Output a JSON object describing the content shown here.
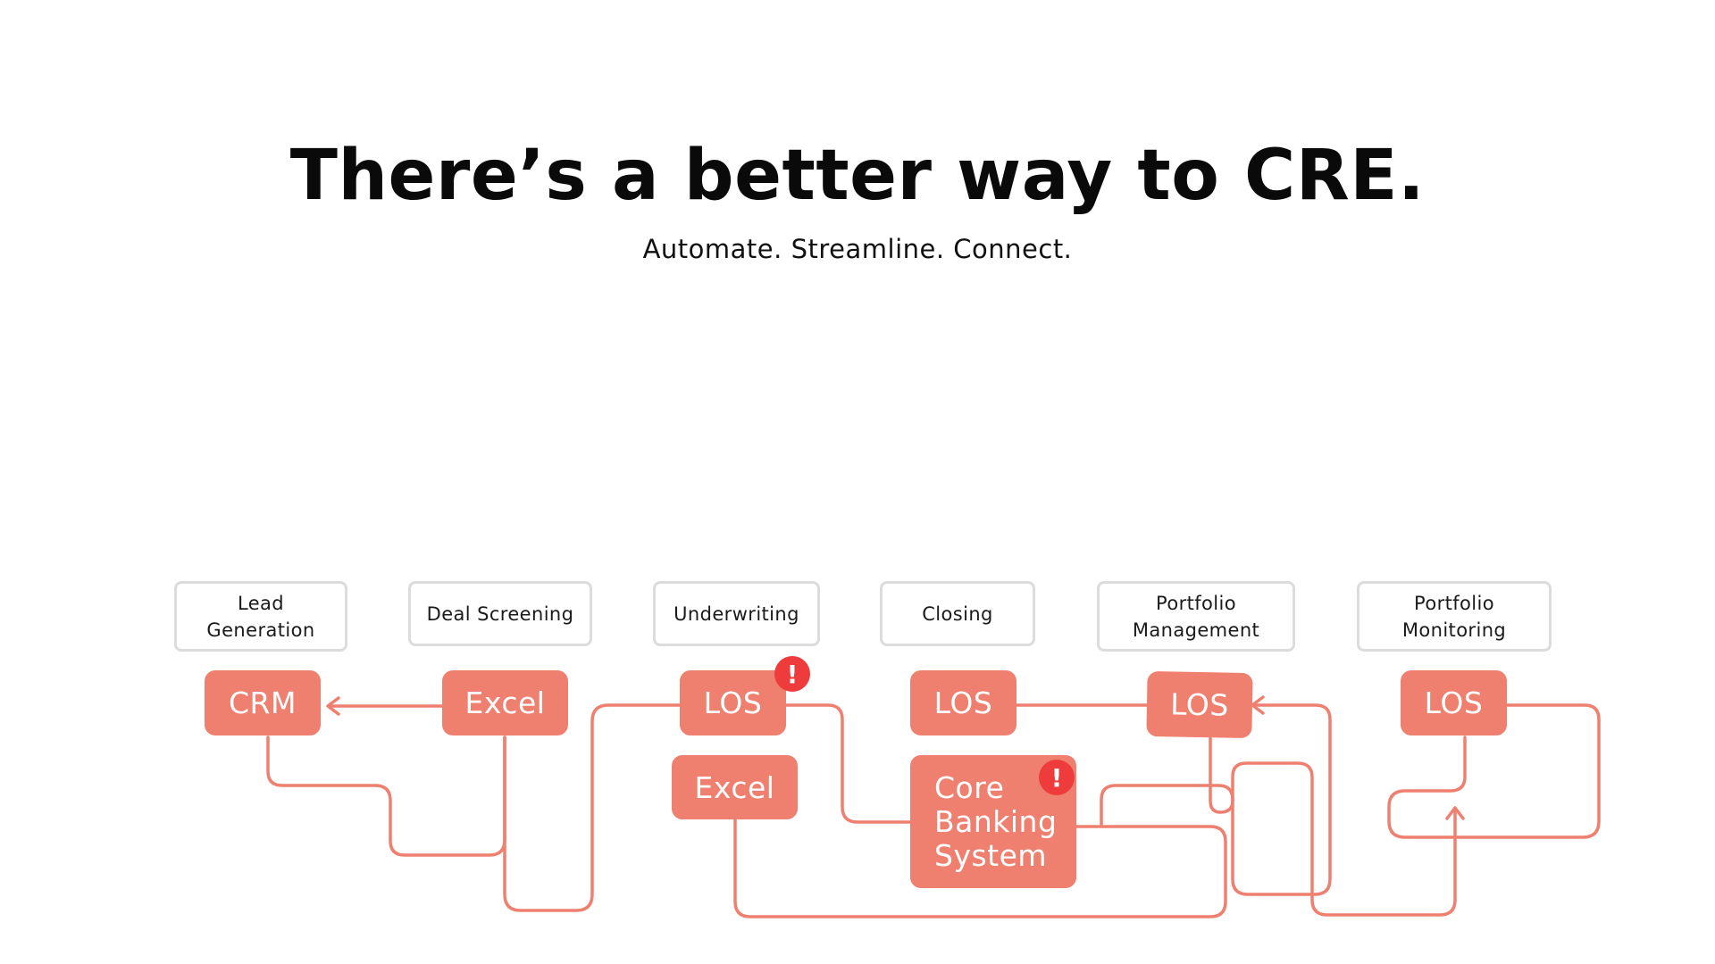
{
  "header": {
    "title": "There’s a better way to CRE.",
    "subtitle": "Automate. Streamline. Connect."
  },
  "stages": [
    {
      "id": "lead-generation",
      "label": "Lead\nGeneration"
    },
    {
      "id": "deal-screening",
      "label": "Deal Screening"
    },
    {
      "id": "underwriting",
      "label": "Underwriting"
    },
    {
      "id": "closing",
      "label": "Closing"
    },
    {
      "id": "portfolio-management",
      "label": "Portfolio\nManagement"
    },
    {
      "id": "portfolio-monitoring",
      "label": "Portfolio\nMonitoring"
    }
  ],
  "systems": {
    "crm": "CRM",
    "excel_screening": "Excel",
    "los_underwriting": "LOS",
    "excel_underwriting": "Excel",
    "los_closing": "LOS",
    "core_banking": "Core\nBanking\nSystem",
    "los_portfolio_mgmt": "LOS",
    "los_portfolio_mon": "LOS"
  },
  "alerts": {
    "los_underwriting": "!",
    "core_banking": "!"
  },
  "colors": {
    "system_fill": "#ef8070",
    "connector": "#ef8070",
    "alert": "#ee3b3b",
    "stage_border": "#dcdcdc"
  },
  "icons": {
    "alert": "exclamation-alert-icon",
    "arrow": "arrowhead-icon"
  }
}
